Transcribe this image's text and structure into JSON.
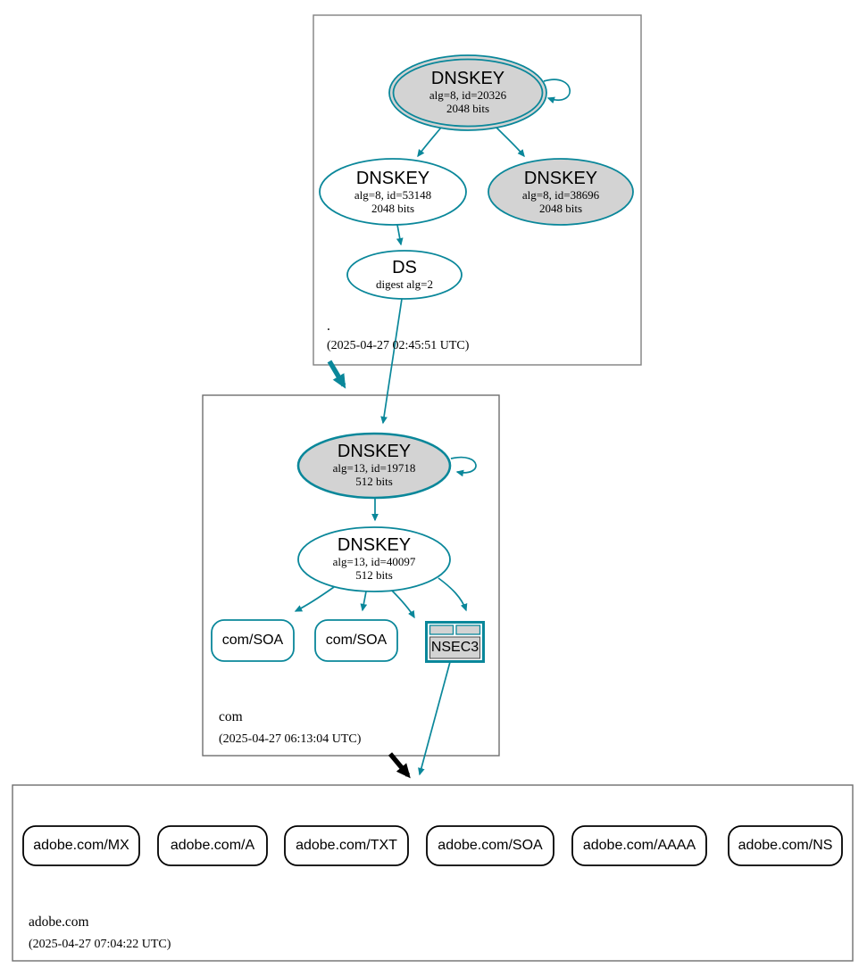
{
  "colors": {
    "secure_teal": "#0a879a",
    "node_fill_gray": "#d3d3d3",
    "zone_box_border": "#808080",
    "black": "#000000",
    "background": "#ffffff"
  },
  "zones": {
    "root": {
      "name": ".",
      "timestamp": "(2025-04-27 02:45:51 UTC)",
      "nodes": {
        "ksk": {
          "title": "DNSKEY",
          "meta1": "alg=8, id=20326",
          "meta2": "2048 bits"
        },
        "zsk": {
          "title": "DNSKEY",
          "meta1": "alg=8, id=53148",
          "meta2": "2048 bits"
        },
        "ksk2": {
          "title": "DNSKEY",
          "meta1": "alg=8, id=38696",
          "meta2": "2048 bits"
        },
        "ds": {
          "title": "DS",
          "meta1": "digest alg=2"
        }
      }
    },
    "com": {
      "name": "com",
      "timestamp": "(2025-04-27 06:13:04 UTC)",
      "nodes": {
        "ksk": {
          "title": "DNSKEY",
          "meta1": "alg=13, id=19718",
          "meta2": "512 bits"
        },
        "zsk": {
          "title": "DNSKEY",
          "meta1": "alg=13, id=40097",
          "meta2": "512 bits"
        },
        "soa1": {
          "label": "com/SOA"
        },
        "soa2": {
          "label": "com/SOA"
        },
        "nsec3": {
          "label": "NSEC3"
        }
      }
    },
    "adobe": {
      "name": "adobe.com",
      "timestamp": "(2025-04-27 07:04:22 UTC)",
      "rrsets": [
        {
          "label": "adobe.com/MX"
        },
        {
          "label": "adobe.com/A"
        },
        {
          "label": "adobe.com/TXT"
        },
        {
          "label": "adobe.com/SOA"
        },
        {
          "label": "adobe.com/AAAA"
        },
        {
          "label": "adobe.com/NS"
        }
      ]
    }
  }
}
